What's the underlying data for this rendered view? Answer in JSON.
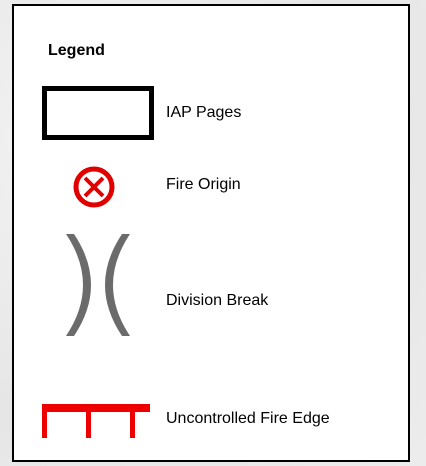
{
  "legend": {
    "title": "Legend",
    "items": [
      {
        "label": "IAP Pages",
        "icon": "rectangle-outline-icon",
        "color": "#000000"
      },
      {
        "label": "Fire Origin",
        "icon": "fire-origin-icon",
        "color": "#e00000"
      },
      {
        "label": "Division Break",
        "icon": "division-break-icon",
        "color": "#6b6b6b"
      },
      {
        "label": "Uncontrolled Fire Edge",
        "icon": "uncontrolled-fire-edge-icon",
        "color": "#ee0000"
      }
    ]
  }
}
